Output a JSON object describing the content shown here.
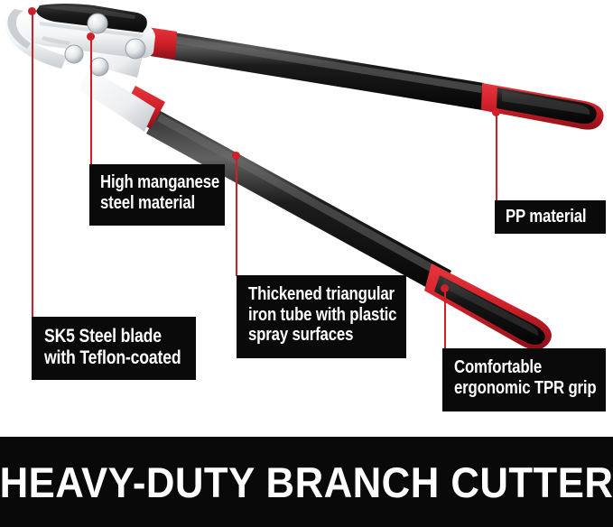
{
  "product": {
    "name": "heavy-duty branch cutter lopper",
    "colors": {
      "blade_black": "#1c1c1c",
      "head_white": "#f2f2f2",
      "head_shadow": "#c9ccd1",
      "rivet_silver": "#d9dcdf",
      "accent_red": "#cf1f28",
      "handle_black": "#141414",
      "background": "#ffffff",
      "banner_black": "#090909",
      "label_black": "#0a0a0a",
      "label_text": "#ffffff"
    }
  },
  "callouts": [
    {
      "id": "sk5",
      "name": "sk5-steel-blade",
      "lines": [
        "SK5 Steel blade",
        "with Teflon-coated"
      ],
      "text": "SK5 Steel blade with Teflon-coated",
      "points_at": "cutting blade top edge"
    },
    {
      "id": "manganese",
      "name": "high-manganese-steel",
      "lines": [
        "High manganese",
        "steel material"
      ],
      "text": "High manganese steel material",
      "points_at": "cutter head body"
    },
    {
      "id": "tube",
      "name": "thickened-triangular-iron-tube",
      "lines": [
        "Thickened triangular",
        "iron tube with plastic",
        "spray surfaces"
      ],
      "text": "Thickened triangular iron tube with plastic spray surfaces",
      "points_at": "lower handle tube"
    },
    {
      "id": "pp",
      "name": "pp-material",
      "lines": [
        "PP material"
      ],
      "text": "PP material",
      "points_at": "upper handle grip"
    },
    {
      "id": "tpr",
      "name": "comfortable-ergonomic-tpr-grip",
      "lines": [
        "Comfortable",
        "ergonomic TPR grip"
      ],
      "text": "Comfortable ergonomic TPR grip",
      "points_at": "lower handle grip"
    }
  ],
  "banner": {
    "title": "HEAVY-DUTY BRANCH CUTTER"
  }
}
